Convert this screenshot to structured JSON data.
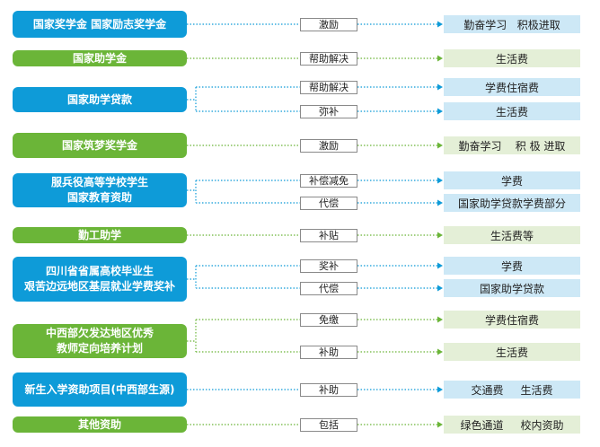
{
  "colors": {
    "blue": "#0e9bd8",
    "green": "#6bb538",
    "light_blue": "#cde8f6",
    "light_green": "#e4efd7"
  },
  "rows": [
    {
      "theme": "blue",
      "program": [
        "国家奖学金  国家励志奖学金"
      ],
      "branches": [
        {
          "action": "激励",
          "outcome": "勤奋学习   积极进取"
        }
      ]
    },
    {
      "theme": "green",
      "program": [
        "国家助学金"
      ],
      "branches": [
        {
          "action": "帮助解决",
          "outcome": "生活费"
        }
      ]
    },
    {
      "theme": "blue",
      "program": [
        "国家助学贷款"
      ],
      "branches": [
        {
          "action": "帮助解决",
          "outcome": "学费住宿费"
        },
        {
          "action": "弥补",
          "outcome": "生活费"
        }
      ]
    },
    {
      "theme": "green",
      "program": [
        "国家筑梦奖学金"
      ],
      "branches": [
        {
          "action": "激励",
          "outcome": "勤奋学习    积 极 进取"
        }
      ]
    },
    {
      "theme": "blue",
      "program": [
        "服兵役高等学校学生",
        "国家教育资助"
      ],
      "branches": [
        {
          "action": "补偿减免",
          "outcome": "学费"
        },
        {
          "action": "代偿",
          "outcome": "国家助学贷款学费部分"
        }
      ]
    },
    {
      "theme": "green",
      "program": [
        "勤工助学"
      ],
      "branches": [
        {
          "action": "补贴",
          "outcome": "生活费等"
        }
      ]
    },
    {
      "theme": "blue",
      "program": [
        "四川省省属高校毕业生",
        "艰苦边远地区基层就业学费奖补"
      ],
      "branches": [
        {
          "action": "奖补",
          "outcome": "学费"
        },
        {
          "action": "代偿",
          "outcome": "国家助学贷款"
        }
      ]
    },
    {
      "theme": "green",
      "program": [
        "中西部欠发达地区优秀",
        "教师定向培养计划"
      ],
      "branches": [
        {
          "action": "免缴",
          "outcome": "学费住宿费"
        },
        {
          "action": "补助",
          "outcome": "生活费"
        }
      ]
    },
    {
      "theme": "blue",
      "program": [
        "新生入学资助项目(中西部生源)"
      ],
      "branches": [
        {
          "action": "补助",
          "outcome": "交通费     生活费"
        }
      ]
    },
    {
      "theme": "green",
      "program": [
        "其他资助"
      ],
      "branches": [
        {
          "action": "包括",
          "outcome": "绿色通道     校内资助"
        }
      ]
    }
  ]
}
